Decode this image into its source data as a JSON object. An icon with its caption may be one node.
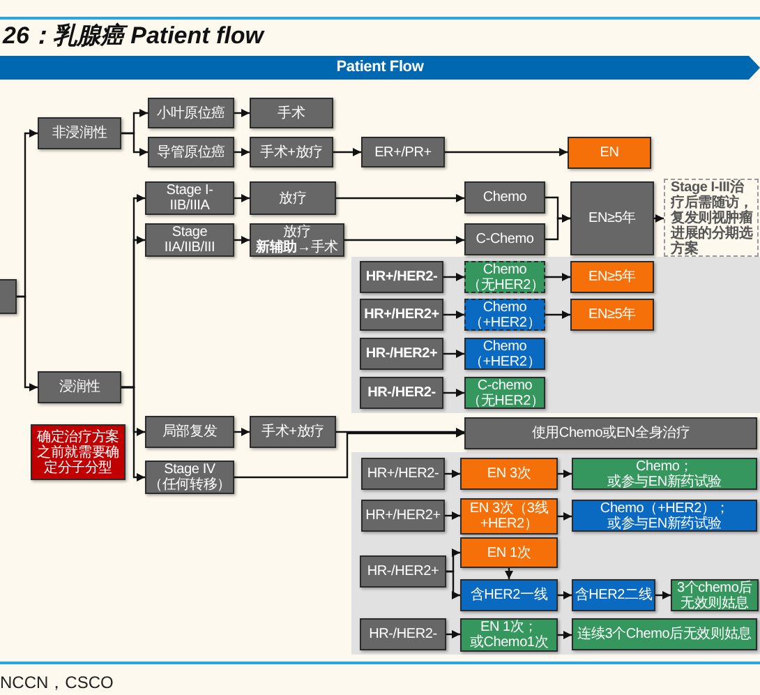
{
  "diagram": {
    "title": "26：乳腺癌 Patient flow",
    "caption": "NCCN，CSCO",
    "nodes": [
      {
        "text": [
          "Patient Flow"
        ]
      },
      {
        "text": [],
        "shape": "box"
      },
      {
        "text": [
          "非浸润性"
        ]
      },
      {
        "text": [
          "小叶原位癌"
        ]
      },
      {
        "text": [
          "手术"
        ]
      },
      {
        "text": [
          "导管原位癌"
        ]
      },
      {
        "text": [
          "手术+放疗"
        ]
      },
      {
        "text": [
          "ER+/PR+"
        ]
      },
      {
        "text": [
          "EN"
        ]
      },
      {
        "text": [
          "Stage I-IIB/IIIA"
        ]
      },
      {
        "text": [
          "放疗"
        ]
      },
      {
        "text": [
          "Stage IIA/IIB/III"
        ]
      },
      {
        "text": [
          "放疗",
          "**新辅助**→手术"
        ]
      },
      {
        "text": [
          "Chemo"
        ]
      },
      {
        "text": [
          "C-Chemo"
        ]
      },
      {
        "text": [
          "EN≥5年"
        ]
      },
      {
        "text": [
          "Stage I-III治疗后需随访，复发则视肿瘤进展的分期选方案"
        ]
      },
      {
        "text": [
          "HR+/HER2-"
        ]
      },
      {
        "text": [
          "Chemo（无HER2）"
        ]
      },
      {
        "text": [
          "EN≥5年"
        ]
      },
      {
        "text": [
          "HR+/HER2+"
        ]
      },
      {
        "text": [
          "Chemo（+HER2）"
        ]
      },
      {
        "text": [
          "EN≥5年"
        ]
      },
      {
        "text": [
          "HR-/HER2+"
        ]
      },
      {
        "text": [
          "Chemo（+HER2）"
        ]
      },
      {
        "text": [
          "HR-/HER2-"
        ]
      },
      {
        "text": [
          "C-chemo（无HER2）"
        ]
      },
      {
        "text": [
          "浸润性"
        ]
      },
      {
        "text": [
          "确定治疗方案之前就需要确定分子分型"
        ]
      },
      {
        "text": [
          "局部复发"
        ]
      },
      {
        "text": [
          "手术+放疗"
        ]
      },
      {
        "text": [
          "使用Chemo或EN全身治疗"
        ]
      },
      {
        "text": [
          "Stage IV（任何转移）"
        ]
      },
      {
        "text": [
          "HR+/HER2-"
        ]
      },
      {
        "text": [
          "EN 3次"
        ]
      },
      {
        "text": [
          "Chemo；或参与EN新药试验"
        ]
      },
      {
        "text": [
          "HR+/HER2+"
        ]
      },
      {
        "text": [
          "EN 3次（3线+HER2）"
        ]
      },
      {
        "text": [
          "Chemo（+HER2）；或参与EN新药试验"
        ]
      },
      {
        "text": [
          "EN 1次"
        ]
      },
      {
        "text": [
          "HR-/HER2+"
        ]
      },
      {
        "text": [
          "含HER2一线"
        ]
      },
      {
        "text": [
          "含HER2二线"
        ]
      },
      {
        "text": [
          "3个chemo后无效则姑息"
        ]
      },
      {
        "text": [
          "HR-/HER2-"
        ]
      },
      {
        "text": [
          "EN 1次；或Chemo1次"
        ]
      },
      {
        "text": [
          "连续3个Chemo后无效则姑息"
        ]
      }
    ],
    "edges": [
      {
        "from": 1,
        "to": 2,
        "arrow": "to"
      },
      {
        "from": 1,
        "to": 27,
        "arrow": "to"
      },
      {
        "from": 2,
        "to": 3,
        "arrow": "to"
      },
      {
        "from": 2,
        "to": 5,
        "arrow": "to"
      },
      {
        "from": 3,
        "to": 4,
        "arrow": "to"
      },
      {
        "from": 5,
        "to": 6,
        "arrow": "to"
      },
      {
        "from": 6,
        "to": 7,
        "arrow": "to"
      },
      {
        "from": 7,
        "to": 8,
        "arrow": "to"
      },
      {
        "from": 27,
        "to": 9,
        "arrow": "to"
      },
      {
        "from": 27,
        "to": 11,
        "arrow": "to"
      },
      {
        "from": 27,
        "to": 29,
        "arrow": "to"
      },
      {
        "from": 27,
        "to": 32,
        "arrow": "to"
      },
      {
        "from": 9,
        "to": 10,
        "arrow": "to"
      },
      {
        "from": 11,
        "to": 12,
        "arrow": "to"
      },
      {
        "from": 10,
        "to": 13,
        "arrow": "to"
      },
      {
        "from": 12,
        "to": 14,
        "arrow": "to"
      },
      {
        "from": 13,
        "to": 15,
        "arrow": "to"
      },
      {
        "from": 14,
        "to": 15,
        "arrow": "to"
      },
      {
        "from": 15,
        "to": 16,
        "arrow": "to"
      },
      {
        "from": 17,
        "to": 18,
        "arrow": "to"
      },
      {
        "from": 18,
        "to": 19,
        "arrow": "to"
      },
      {
        "from": 20,
        "to": 21,
        "arrow": "to"
      },
      {
        "from": 21,
        "to": 22,
        "arrow": "to"
      },
      {
        "from": 23,
        "to": 24,
        "arrow": "to"
      },
      {
        "from": 25,
        "to": 26,
        "arrow": "to"
      },
      {
        "from": 29,
        "to": 30,
        "arrow": "to"
      },
      {
        "from": 30,
        "to": 31,
        "arrow": "to"
      },
      {
        "from": 32,
        "to": 31,
        "arrow": "to"
      },
      {
        "from": 33,
        "to": 34,
        "arrow": "to"
      },
      {
        "from": 34,
        "to": 35,
        "arrow": "to"
      },
      {
        "from": 36,
        "to": 37,
        "arrow": "to"
      },
      {
        "from": 37,
        "to": 38,
        "arrow": "to"
      },
      {
        "from": 40,
        "to": 39,
        "arrow": "to"
      },
      {
        "from": 40,
        "to": 41,
        "arrow": "to"
      },
      {
        "from": 39,
        "to": 41,
        "arrow": "to"
      },
      {
        "from": 41,
        "to": 42,
        "arrow": "to"
      },
      {
        "from": 42,
        "to": 43,
        "arrow": "to"
      },
      {
        "from": 44,
        "to": 45,
        "arrow": "to"
      },
      {
        "from": 45,
        "to": 46,
        "arrow": "to"
      }
    ]
  }
}
